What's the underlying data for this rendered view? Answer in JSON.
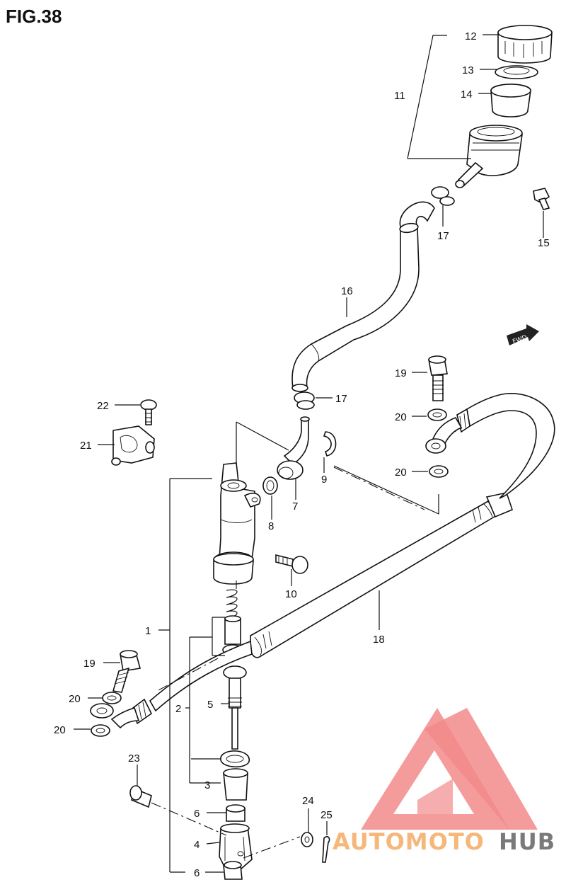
{
  "figure_title": "FIG.38",
  "fwd_label": "FWD",
  "callouts": [
    {
      "id": "c12",
      "label": "12"
    },
    {
      "id": "c13",
      "label": "13"
    },
    {
      "id": "c11",
      "label": "11"
    },
    {
      "id": "c14",
      "label": "14"
    },
    {
      "id": "c17a",
      "label": "17"
    },
    {
      "id": "c15",
      "label": "15"
    },
    {
      "id": "c16",
      "label": "16"
    },
    {
      "id": "c19a",
      "label": "19"
    },
    {
      "id": "c20a",
      "label": "20"
    },
    {
      "id": "c20b",
      "label": "20"
    },
    {
      "id": "c22",
      "label": "22"
    },
    {
      "id": "c17b",
      "label": "17"
    },
    {
      "id": "c21",
      "label": "21"
    },
    {
      "id": "c9",
      "label": "9"
    },
    {
      "id": "c7",
      "label": "7"
    },
    {
      "id": "c8",
      "label": "8"
    },
    {
      "id": "c10",
      "label": "10"
    },
    {
      "id": "c18",
      "label": "18"
    },
    {
      "id": "c1",
      "label": "1"
    },
    {
      "id": "c19b",
      "label": "19"
    },
    {
      "id": "c20c",
      "label": "20"
    },
    {
      "id": "c2",
      "label": "2"
    },
    {
      "id": "c5",
      "label": "5"
    },
    {
      "id": "c20d",
      "label": "20"
    },
    {
      "id": "c23",
      "label": "23"
    },
    {
      "id": "c3",
      "label": "3"
    },
    {
      "id": "c6a",
      "label": "6"
    },
    {
      "id": "c24",
      "label": "24"
    },
    {
      "id": "c25",
      "label": "25"
    },
    {
      "id": "c4",
      "label": "4"
    },
    {
      "id": "c6b",
      "label": "6"
    }
  ],
  "watermark": {
    "part1": "AUTOMOTO",
    "part2": "HUB",
    "color_main": "#f6b77a",
    "color_hub": "#7a7a7a",
    "logo_color": "#f28a8a"
  }
}
